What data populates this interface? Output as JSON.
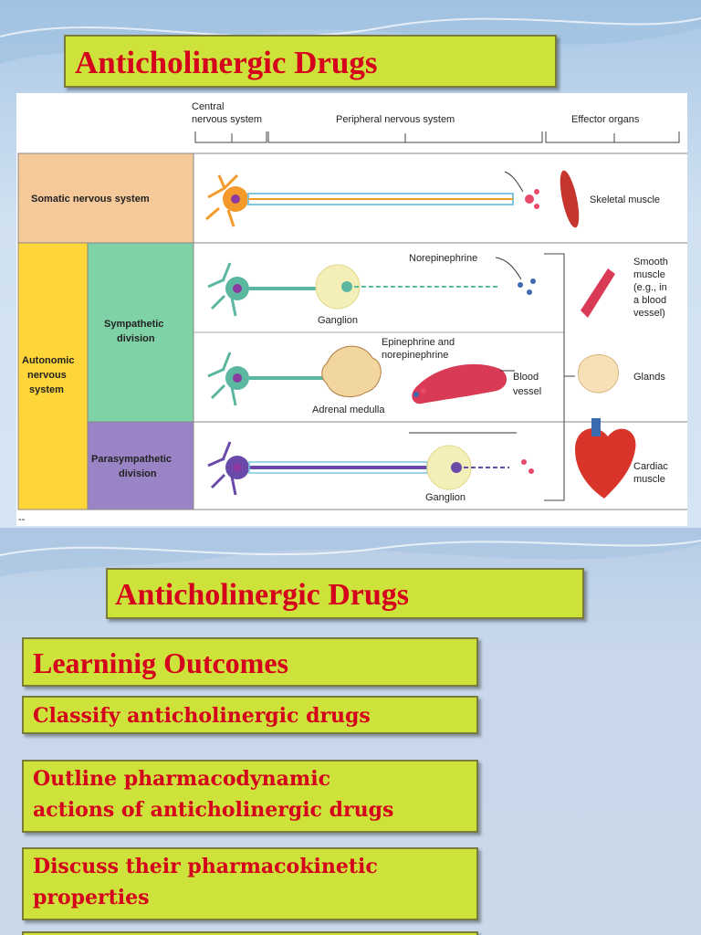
{
  "slide1": {
    "title": "Anticholinergic Drugs",
    "diagram": {
      "header_cns": [
        "Central",
        "nervous system"
      ],
      "header_pns": "Peripheral nervous system",
      "header_effector": "Effector organs",
      "somatic": "Somatic nervous system",
      "autonomic": [
        "Autonomic",
        "nervous",
        "system"
      ],
      "sympathetic": [
        "Sympathetic",
        "division"
      ],
      "parasympathetic": [
        "Parasympathetic",
        "division"
      ],
      "norepinephrine": "Norepinephrine",
      "ganglion_top": "Ganglion",
      "epi": [
        "Epinephrine and",
        "norepinephrine"
      ],
      "blood_vessel": [
        "Blood",
        "vessel"
      ],
      "adrenal": "Adrenal medulla",
      "ganglion_bottom": "Ganglion",
      "skeletal": "Skeletal muscle",
      "smooth": [
        "Smooth",
        "muscle",
        "(e.g., in",
        "a blood",
        "vessel)"
      ],
      "glands": "Glands",
      "cardiac": [
        "Cardiac",
        "muscle"
      ],
      "corner": "--"
    }
  },
  "slide2": {
    "title": "Anticholinergic Drugs",
    "heading": "Learninig Outcomes",
    "outcomes": [
      "Classify anticholinergic drugs",
      [
        "Outline pharmacodynamic",
        "actions of anticholinergic drugs"
      ],
      [
        "Discuss their pharmacokinetic",
        "properties"
      ]
    ]
  },
  "colors": {
    "title_bg": "#cde23a",
    "title_text": "#d4001c",
    "somatic": "#f5c99a",
    "autonomic": "#ffd63a",
    "sympathetic": "#7fd1a6",
    "parasympathetic": "#9a84c6"
  }
}
